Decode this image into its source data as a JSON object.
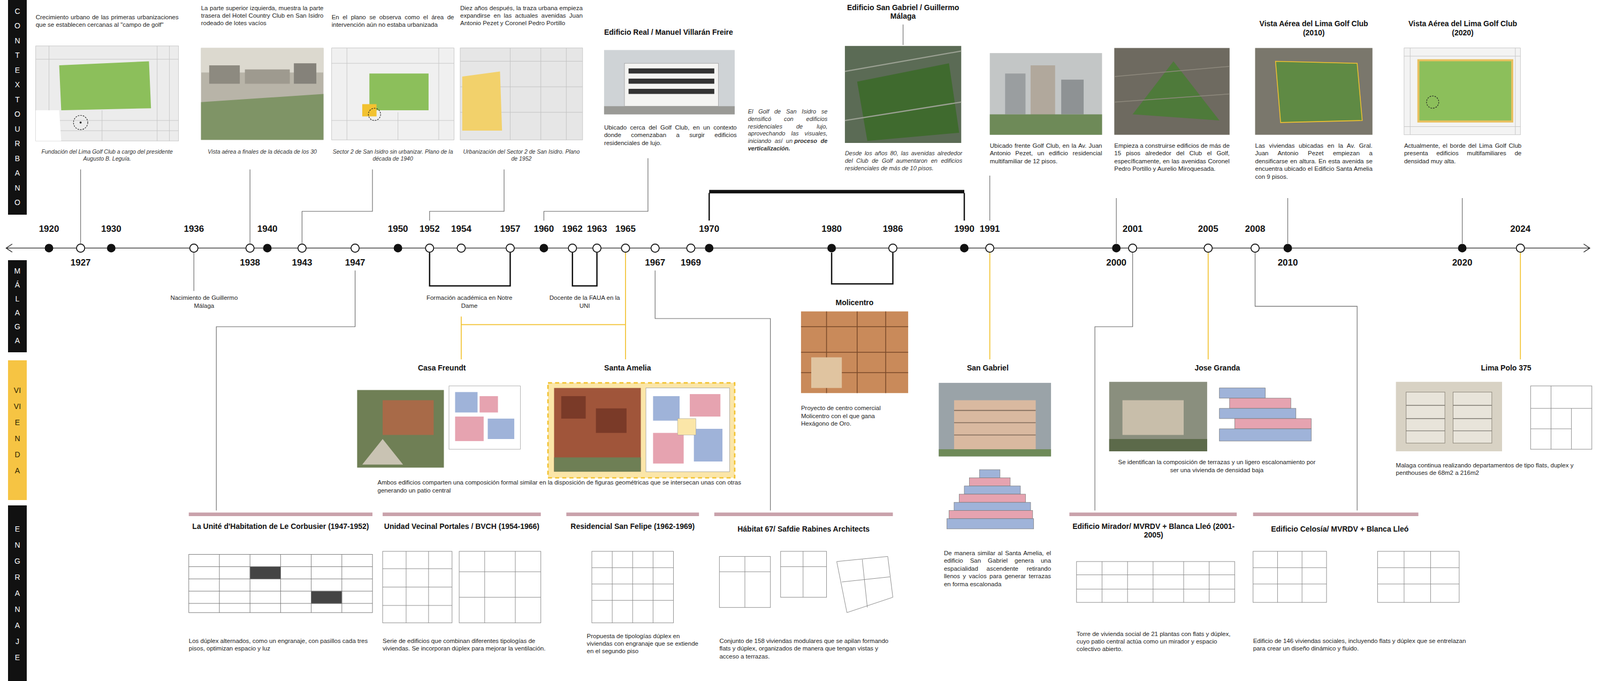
{
  "diagram": {
    "nodes": [
      {
        "text": [
          "CONTEXTO URBANO"
        ]
      },
      {
        "text": [
          "MÁLAGA"
        ]
      },
      {
        "text": [
          "VIVIENDA"
        ]
      },
      {
        "text": [
          "ENGRANAJE"
        ]
      }
    ],
    "labels": [
      "Crecimiento urbano de las primeras urbanizaciones que se establecen cercanas al \"campo de golf\"",
      "Fundación del Lima Golf Club a cargo del presidente Augusto B. Leguía.",
      "La parte superior izquierda, muestra la parte trasera del Hotel Country Club en San Isidro rodeado de lotes vacíos",
      "Vista aérea a finales de la década de los 30",
      "En el plano se observa como el área de intervención aún no estaba urbanizada",
      "Sector 2 de San Isidro sin urbanizar. Plano de la década de 1940",
      "Diez años después, la traza urbana empieza expandirse en las actuales avenidas Juan Antonio Pezet y Coronel Pedro Portillo",
      "Urbanización del Sector 2 de San Isidro. Plano de 1952",
      "Edificio Real / Manuel Villarán Freire",
      "Ubicado cerca del Golf Club, en un contexto donde comenzaban a surgir edificios residenciales de lujo.",
      "El Golf de San Isidro se densificó con edificios residenciales de lujo, aprovechando las visuales, iniciando así un",
      "proceso de verticalización.",
      "Edificio San Gabriel / Guillermo Málaga",
      "Desde los años 80, las avenidas alrededor del Club de Golf aumentaron en edificios residenciales de más de 10 pisos.",
      "Ubicado frente Golf Club, en la Av. Juan Antonio Pezet, un edificio residencial multifamiliar de 12 pisos.",
      "Empieza a construirse edificios de más de 15 pisos alrededor del Club el Golf, específicamente, en las avenidas Coronel Pedro Portillo y Aurelio Miroquesada.",
      "Vista Aérea del Lima Golf Club (2010)",
      "Las viviendas ubicadas en la Av. Gral. Juan Antonio Pezet empiezan a densificarse en altura. En esta avenida se encuentra ubicado el Edificio Santa Amelia con 9 pisos.",
      "Vista Aérea del Lima Golf Club (2020)",
      "Actualmente, el borde del Lima Golf Club presenta edificios multifamiliares de densidad muy alta.",
      "1920",
      "1927",
      "1930",
      "1936",
      "1938",
      "1940",
      "1943",
      "1947",
      "1950",
      "1952",
      "1954",
      "1957",
      "1960",
      "1962",
      "1963",
      "1965",
      "1967",
      "1969",
      "1970",
      "1980",
      "1986",
      "1990",
      "1991",
      "2000",
      "2001",
      "2005",
      "2008",
      "2010",
      "2020",
      "2024",
      "Nacimiento de Guillermo Málaga",
      "Formación académica en Notre Dame",
      "Docente de la FAUA en la UNI",
      "Molicentro",
      "Proyecto de centro comercial Molicentro con el que gana Hexágono de Oro.",
      "Casa Freundt",
      "Santa Amelia",
      "Ambos edificios comparten una composición formal similar en la disposición de figuras geométricas que se intersecan unas con otras generando un patio central",
      "San Gabriel",
      "De manera similar al Santa Amelia, el edificio San Gabriel genera una espacialidad ascendente retirando llenos y vacíos para generar terrazas en forma escalonada",
      "Jose Granda",
      "Se identifican la composición de terrazas y un ligero escalonamiento por ser una vivienda de densidad baja",
      "Lima Polo 375",
      "Malaga continua realizando departamentos de tipo flats, duplex y penthouses de 68m2 a 216m2",
      "La Unité d'Habitation de Le Corbusier (1947-1952)",
      "Los dúplex alternados, como un engranaje, con pasillos cada tres pisos, optimizan espacio y luz",
      "Unidad Vecinal Portales / BVCH (1954-1966)",
      "Serie de edificios que combinan diferentes tipologías de viviendas. Se incorporan dúplex para mejorar la ventilación.",
      "Residencial San Felipe (1962-1969)",
      "Propuesta de tipologías dúplex en viviendas con engranaje que se extiende en el segundo piso",
      "Hábitat 67/ Safdie Rabines Architects",
      "Conjunto de 158 viviendas modulares que se apilan formando flats y dúplex, organizados de manera que tengan vistas y acceso a terrazas.",
      "Edificio Mirador/ MVRDV + Blanca Lleó (2001-2005)",
      "Torre de vivienda social de 21 plantas con flats y dúplex, cuyo patio central actúa como un mirador y espacio colectivo abierto.",
      "Edificio Celosía/ MVRDV + Blanca Lleó",
      "Edificio de 146 viviendas sociales, incluyendo flats y dúplex que se entrelazan para crear un diseño dinámico y fluido."
    ]
  }
}
